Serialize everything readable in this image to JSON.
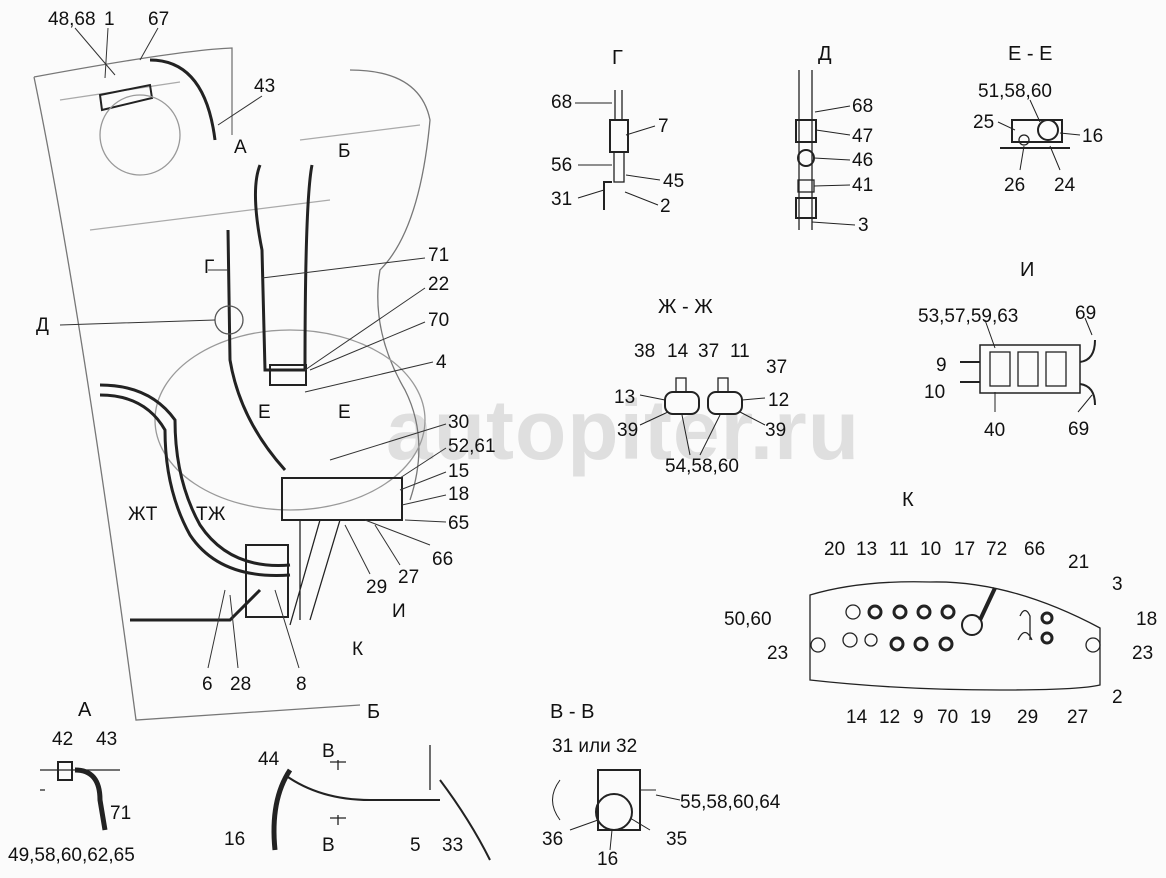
{
  "watermark": "autopiter.ru",
  "main": {
    "labels": [
      "48,68",
      "1",
      "67",
      "43",
      "А",
      "Б",
      "Г",
      "71",
      "22",
      "Д",
      "70",
      "4",
      "Е",
      "Е",
      "30",
      "52,61",
      "15",
      "18",
      "ЖТ",
      "ТЖ",
      "65",
      "66",
      "29",
      "27",
      "И",
      "К",
      "6",
      "28",
      "8"
    ]
  },
  "view_g": {
    "title": "Г",
    "labels": [
      "68",
      "7",
      "56",
      "45",
      "31",
      "2"
    ]
  },
  "view_d": {
    "title": "Д",
    "labels": [
      "68",
      "47",
      "46",
      "41",
      "3"
    ]
  },
  "view_ee": {
    "title": "Е - Е",
    "labels": [
      "51,58,60",
      "25",
      "16",
      "26",
      "24"
    ]
  },
  "view_zhzh": {
    "title": "Ж - Ж",
    "labels": [
      "38",
      "14",
      "37",
      "11",
      "37",
      "13",
      "12",
      "39",
      "39",
      "54,58,60"
    ]
  },
  "view_i": {
    "title": "И",
    "labels": [
      "53,57,59,63",
      "69",
      "9",
      "10",
      "40",
      "69"
    ]
  },
  "view_k": {
    "title": "К",
    "labels": [
      "20",
      "13",
      "11",
      "10",
      "17",
      "72",
      "66",
      "21",
      "3",
      "50,60",
      "18",
      "23",
      "23",
      "14",
      "12",
      "9",
      "70",
      "19",
      "29",
      "27",
      "2"
    ]
  },
  "view_a": {
    "title": "А",
    "labels": [
      "42",
      "43",
      "71",
      "49,58,60,62,65"
    ]
  },
  "view_b": {
    "title": "Б",
    "labels": [
      "44",
      "В",
      "В",
      "16",
      "5",
      "33"
    ]
  },
  "view_vv": {
    "title": "В - В",
    "labels": [
      "31 или 32",
      "55,58,60,64",
      "36",
      "16",
      "35"
    ]
  }
}
